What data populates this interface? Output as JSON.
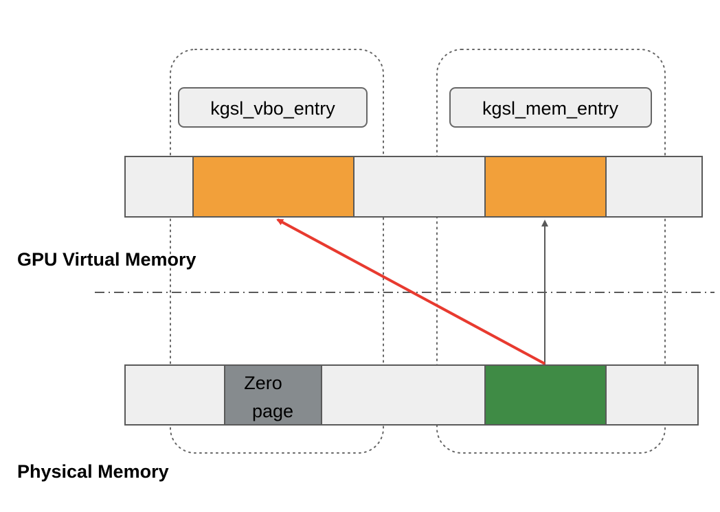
{
  "colors": {
    "memory_bar_fill": "#efefef",
    "memory_bar_stroke": "#595959",
    "mapped_virtual": "#f2a03a",
    "zero_page": "#868b8e",
    "physical_page": "#3f8b45",
    "red_arrow": "#e83a2f",
    "gray_arrow": "#595959",
    "group_outline": "#666666",
    "label_box_fill": "#efefef"
  },
  "groups": {
    "vbo": {
      "label": "kgsl_vbo_entry"
    },
    "mem": {
      "label": "kgsl_mem_entry"
    }
  },
  "sections": {
    "virtual": "GPU Virtual Memory",
    "physical": "Physical Memory"
  },
  "physical_blocks": {
    "zero_page": {
      "line1": "Zero",
      "line2": "page"
    }
  }
}
